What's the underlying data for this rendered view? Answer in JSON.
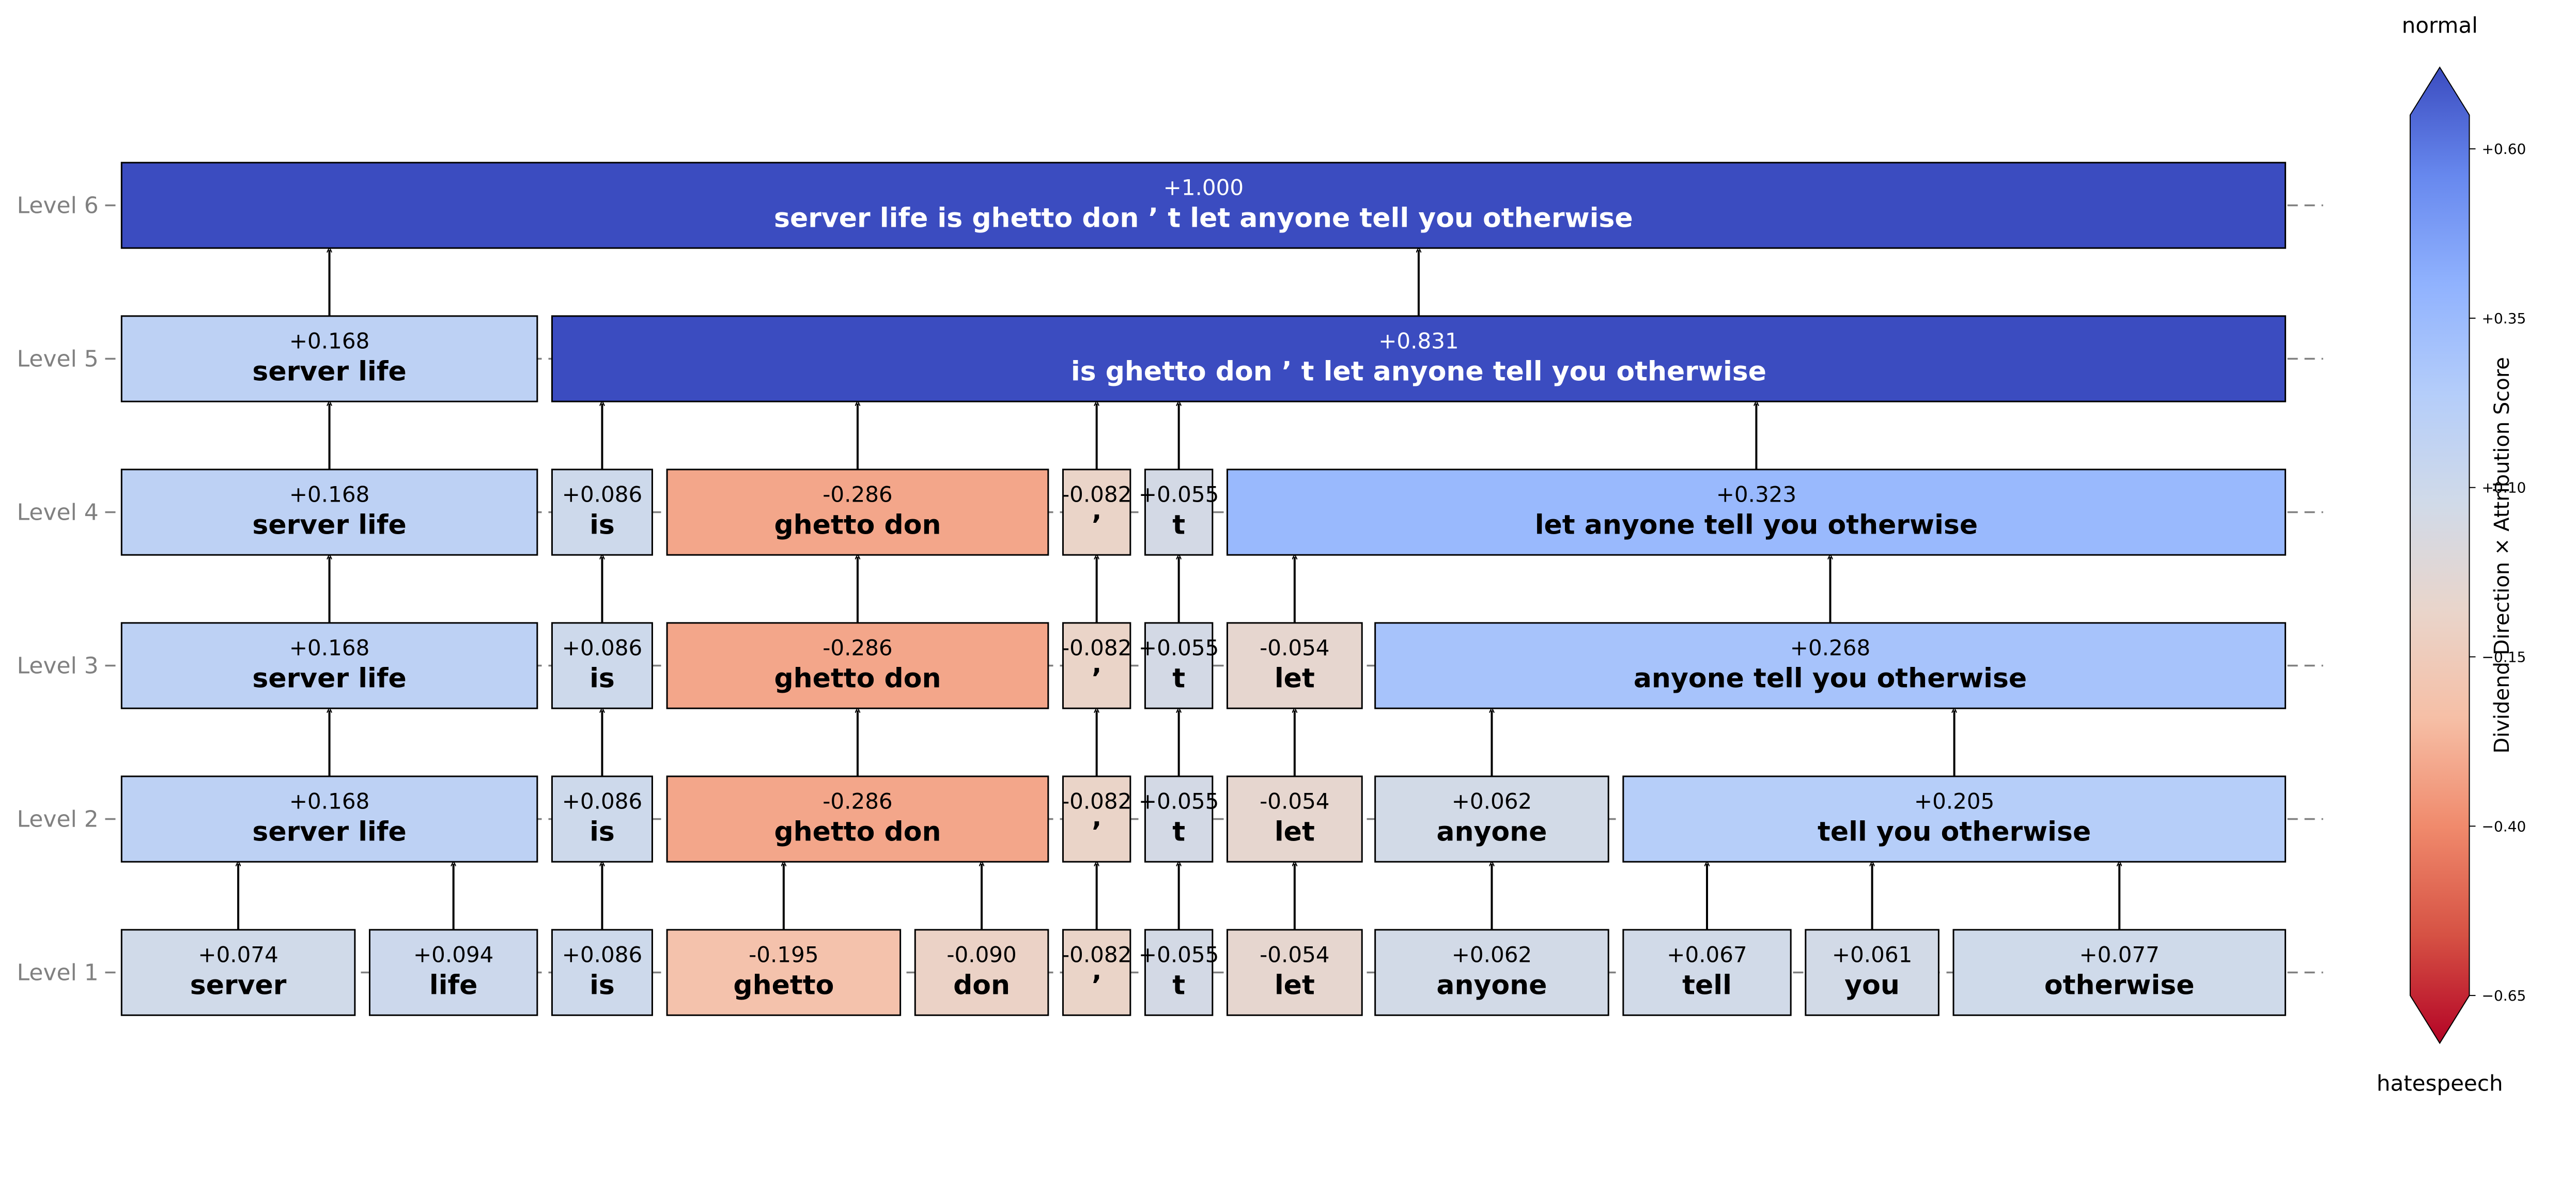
{
  "colors": {
    "scale": [
      "#b40426",
      "#d65244",
      "#f08a6c",
      "#f6bfa6",
      "#e9d5cb",
      "#d0dae9",
      "#b4cdfa",
      "#90b2fe",
      "#6788ee",
      "#3b4cc0"
    ],
    "level_label": "#808080",
    "edge": "#000000",
    "guide": "#808080"
  },
  "colorbar": {
    "title": "Dividend Direction × Attribution Score",
    "top_label": "normal",
    "bottom_label": "hatespeech",
    "ticks": [
      {
        "value": 0.6,
        "label": "+0.60"
      },
      {
        "value": 0.35,
        "label": "+0.35"
      },
      {
        "value": 0.1,
        "label": "+0.10"
      },
      {
        "value": -0.15,
        "label": "−0.15"
      },
      {
        "value": -0.4,
        "label": "−0.40"
      },
      {
        "value": -0.65,
        "label": "−0.65"
      }
    ],
    "min": -0.65,
    "max": 0.65
  },
  "levels": [
    "Level 1",
    "Level 2",
    "Level 3",
    "Level 4",
    "Level 5",
    "Level 6"
  ],
  "tokens": [
    "server",
    "life",
    "is",
    "ghetto",
    "don",
    "’",
    "t",
    "let",
    "anyone",
    "tell",
    "you",
    "otherwise"
  ],
  "tree": [
    [
      {
        "start": 0,
        "end": 0,
        "score": "+0.074",
        "value": 0.074,
        "text": "server"
      },
      {
        "start": 1,
        "end": 1,
        "score": "+0.094",
        "value": 0.094,
        "text": "life"
      },
      {
        "start": 2,
        "end": 2,
        "score": "+0.086",
        "value": 0.086,
        "text": "is"
      },
      {
        "start": 3,
        "end": 3,
        "score": "-0.195",
        "value": -0.195,
        "text": "ghetto"
      },
      {
        "start": 4,
        "end": 4,
        "score": "-0.090",
        "value": -0.09,
        "text": "don"
      },
      {
        "start": 5,
        "end": 5,
        "score": "-0.082",
        "value": -0.082,
        "text": "’"
      },
      {
        "start": 6,
        "end": 6,
        "score": "+0.055",
        "value": 0.055,
        "text": "t"
      },
      {
        "start": 7,
        "end": 7,
        "score": "-0.054",
        "value": -0.054,
        "text": "let"
      },
      {
        "start": 8,
        "end": 8,
        "score": "+0.062",
        "value": 0.062,
        "text": "anyone"
      },
      {
        "start": 9,
        "end": 9,
        "score": "+0.067",
        "value": 0.067,
        "text": "tell"
      },
      {
        "start": 10,
        "end": 10,
        "score": "+0.061",
        "value": 0.061,
        "text": "you"
      },
      {
        "start": 11,
        "end": 11,
        "score": "+0.077",
        "value": 0.077,
        "text": "otherwise"
      }
    ],
    [
      {
        "start": 0,
        "end": 1,
        "score": "+0.168",
        "value": 0.168,
        "text": "server life"
      },
      {
        "start": 2,
        "end": 2,
        "score": "+0.086",
        "value": 0.086,
        "text": "is"
      },
      {
        "start": 3,
        "end": 4,
        "score": "-0.286",
        "value": -0.286,
        "text": "ghetto don"
      },
      {
        "start": 5,
        "end": 5,
        "score": "-0.082",
        "value": -0.082,
        "text": "’"
      },
      {
        "start": 6,
        "end": 6,
        "score": "+0.055",
        "value": 0.055,
        "text": "t"
      },
      {
        "start": 7,
        "end": 7,
        "score": "-0.054",
        "value": -0.054,
        "text": "let"
      },
      {
        "start": 8,
        "end": 8,
        "score": "+0.062",
        "value": 0.062,
        "text": "anyone"
      },
      {
        "start": 9,
        "end": 11,
        "score": "+0.205",
        "value": 0.205,
        "text": "tell you otherwise"
      }
    ],
    [
      {
        "start": 0,
        "end": 1,
        "score": "+0.168",
        "value": 0.168,
        "text": "server life"
      },
      {
        "start": 2,
        "end": 2,
        "score": "+0.086",
        "value": 0.086,
        "text": "is"
      },
      {
        "start": 3,
        "end": 4,
        "score": "-0.286",
        "value": -0.286,
        "text": "ghetto don"
      },
      {
        "start": 5,
        "end": 5,
        "score": "-0.082",
        "value": -0.082,
        "text": "’"
      },
      {
        "start": 6,
        "end": 6,
        "score": "+0.055",
        "value": 0.055,
        "text": "t"
      },
      {
        "start": 7,
        "end": 7,
        "score": "-0.054",
        "value": -0.054,
        "text": "let"
      },
      {
        "start": 8,
        "end": 11,
        "score": "+0.268",
        "value": 0.268,
        "text": "anyone tell you otherwise"
      }
    ],
    [
      {
        "start": 0,
        "end": 1,
        "score": "+0.168",
        "value": 0.168,
        "text": "server life"
      },
      {
        "start": 2,
        "end": 2,
        "score": "+0.086",
        "value": 0.086,
        "text": "is"
      },
      {
        "start": 3,
        "end": 4,
        "score": "-0.286",
        "value": -0.286,
        "text": "ghetto don"
      },
      {
        "start": 5,
        "end": 5,
        "score": "-0.082",
        "value": -0.082,
        "text": "’"
      },
      {
        "start": 6,
        "end": 6,
        "score": "+0.055",
        "value": 0.055,
        "text": "t"
      },
      {
        "start": 7,
        "end": 11,
        "score": "+0.323",
        "value": 0.323,
        "text": "let anyone tell you otherwise"
      }
    ],
    [
      {
        "start": 0,
        "end": 1,
        "score": "+0.168",
        "value": 0.168,
        "text": "server life"
      },
      {
        "start": 2,
        "end": 11,
        "score": "+0.831",
        "value": 0.831,
        "text": "is ghetto don ’ t let anyone tell you otherwise"
      }
    ],
    [
      {
        "start": 0,
        "end": 11,
        "score": "+1.000",
        "value": 1.0,
        "text": "server life is ghetto don ’ t let anyone tell you otherwise"
      }
    ]
  ]
}
